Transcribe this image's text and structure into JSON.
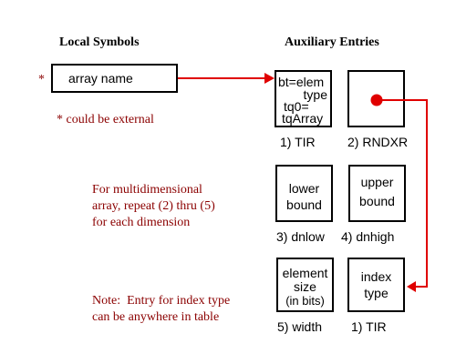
{
  "headings": {
    "local_symbols": "Local Symbols",
    "auxiliary_entries": "Auxiliary Entries"
  },
  "local": {
    "marker": "*",
    "array_name": "array name",
    "footnote": "* could be external"
  },
  "aux_boxes": {
    "tir": {
      "lines": [
        "bt=elem",
        "type",
        "tq0=",
        "tqArray"
      ],
      "caption": "1) TIR"
    },
    "rndxr": {
      "caption": "2) RNDXR"
    },
    "dnlow": {
      "lines": [
        "lower",
        "bound"
      ],
      "caption": "3) dnlow"
    },
    "dnhigh": {
      "lines": [
        "upper",
        "bound"
      ],
      "caption": "4) dnhigh"
    },
    "width": {
      "lines": [
        "element",
        "size",
        "(in bits)"
      ],
      "caption": "5) width"
    },
    "index_tir": {
      "lines": [
        "index",
        "type"
      ],
      "caption": "1) TIR"
    }
  },
  "notes": {
    "multidimensional": [
      "For multidimensional",
      "array, repeat (2) thru (5)",
      "for each dimension"
    ],
    "index_type": [
      "Note:  Entry for index type",
      "can be anywhere in table"
    ]
  },
  "colors": {
    "arrow": "#e00000",
    "note_text": "#8b0000",
    "box_border": "#000000"
  }
}
